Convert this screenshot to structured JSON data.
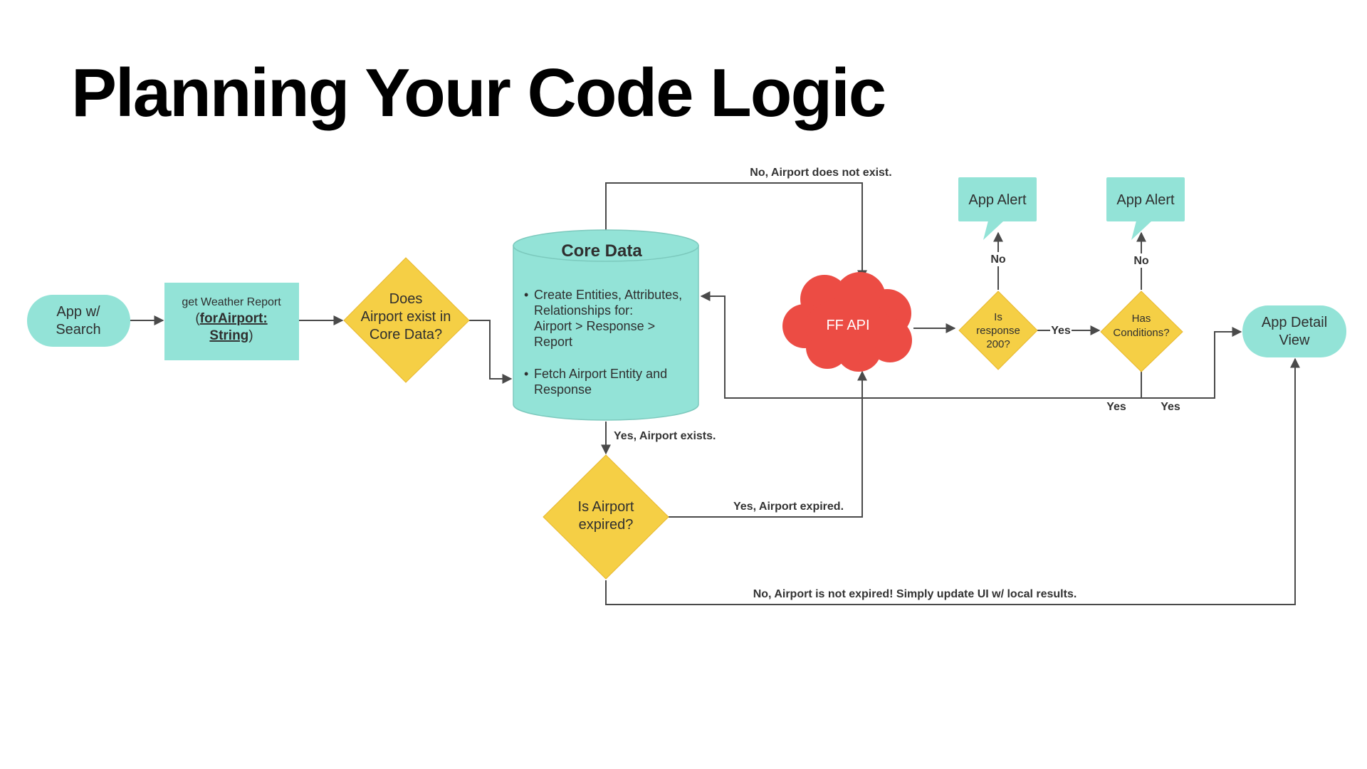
{
  "slide": {
    "title": "Planning Your Code Logic"
  },
  "colors": {
    "teal": "#93e3d7",
    "yellow": "#f5cf45",
    "red": "#ec4c44",
    "edge": "#4a4a4a"
  },
  "nodes": {
    "app_search": [
      "App w/",
      "Search"
    ],
    "weather_report": {
      "line1": "get Weather Report",
      "line2_prefix": "(",
      "line2_bold": "forAirport:",
      "line3_bold": "String",
      "line3_suffix": ")"
    },
    "airport_exists": [
      "Does",
      "Airport exist in",
      "Core Data?"
    ],
    "core_data": {
      "title": "Core Data",
      "bullet1": [
        "Create Entities, Attributes,",
        "Relationships for:",
        "Airport > Response >",
        "Report"
      ],
      "bullet2": [
        "Fetch Airport Entity and",
        "Response"
      ]
    },
    "airport_expired": [
      "Is Airport",
      "expired?"
    ],
    "ff_api": "FF API",
    "response_200": [
      "Is",
      "response",
      "200?"
    ],
    "has_conditions": [
      "Has",
      "Conditions?"
    ],
    "app_alert_1": "App Alert",
    "app_alert_2": "App Alert",
    "app_detail": [
      "App Detail",
      "View"
    ]
  },
  "edge_labels": {
    "not_exist": "No, Airport does not exist.",
    "exists": "Yes, Airport exists.",
    "expired": "Yes, Airport expired.",
    "not_expired": "No, Airport is not expired! Simply update UI w/ local results.",
    "no_1": "No",
    "no_2": "No",
    "yes_response": "Yes",
    "yes_loop": "Yes",
    "yes_detail": "Yes"
  }
}
